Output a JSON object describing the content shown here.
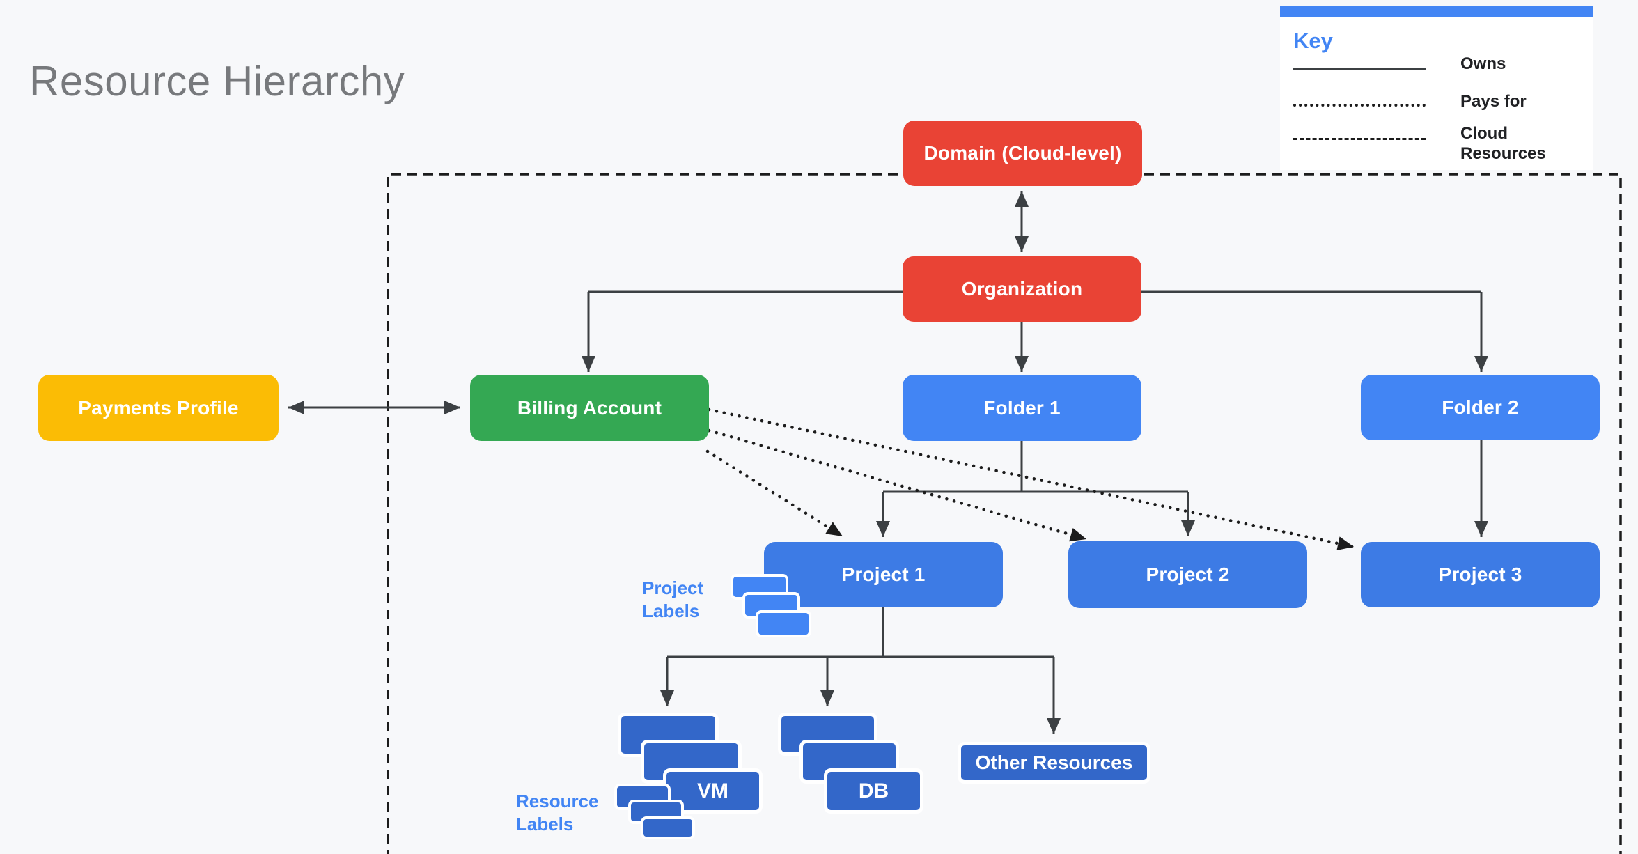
{
  "title": "Resource Hierarchy",
  "legend": {
    "heading": "Key",
    "items": [
      {
        "style": "solid",
        "label": "Owns"
      },
      {
        "style": "dotted",
        "label": "Pays for"
      },
      {
        "style": "dashed",
        "label": "Cloud Resources"
      }
    ]
  },
  "nodes": {
    "domain": {
      "label": "Domain (Cloud-level)",
      "color": "#E94335"
    },
    "organization": {
      "label": "Organization",
      "color": "#E94335"
    },
    "payments_profile": {
      "label": "Payments Profile",
      "color": "#FBBC05"
    },
    "billing_account": {
      "label": "Billing Account",
      "color": "#34A853"
    },
    "folder_1": {
      "label": "Folder 1",
      "color": "#4285F4"
    },
    "folder_2": {
      "label": "Folder 2",
      "color": "#4285F4"
    },
    "project_1": {
      "label": "Project 1",
      "color": "#3D7BE5"
    },
    "project_2": {
      "label": "Project 2",
      "color": "#3D7BE5"
    },
    "project_3": {
      "label": "Project 3",
      "color": "#3D7BE5"
    },
    "vm": {
      "label": "VM",
      "color": "#3367C9"
    },
    "db": {
      "label": "DB",
      "color": "#3367C9"
    },
    "other_resources": {
      "label": "Other Resources",
      "color": "#3367C9"
    }
  },
  "annotations": {
    "project_labels": "Project Labels",
    "resource_labels": "Resource Labels"
  },
  "colors": {
    "background": "#F7F8FA",
    "line": "#3C4043",
    "dash_dot": "#1C1C1C",
    "label_chip_light": "#4285F4",
    "label_chip_dark": "#3367C9",
    "annotation_text": "#4285F4",
    "title_text": "#77797C"
  },
  "edge_types": {
    "solid": "Owns",
    "dotted": "Pays for",
    "dashed": "Cloud Resources boundary"
  }
}
